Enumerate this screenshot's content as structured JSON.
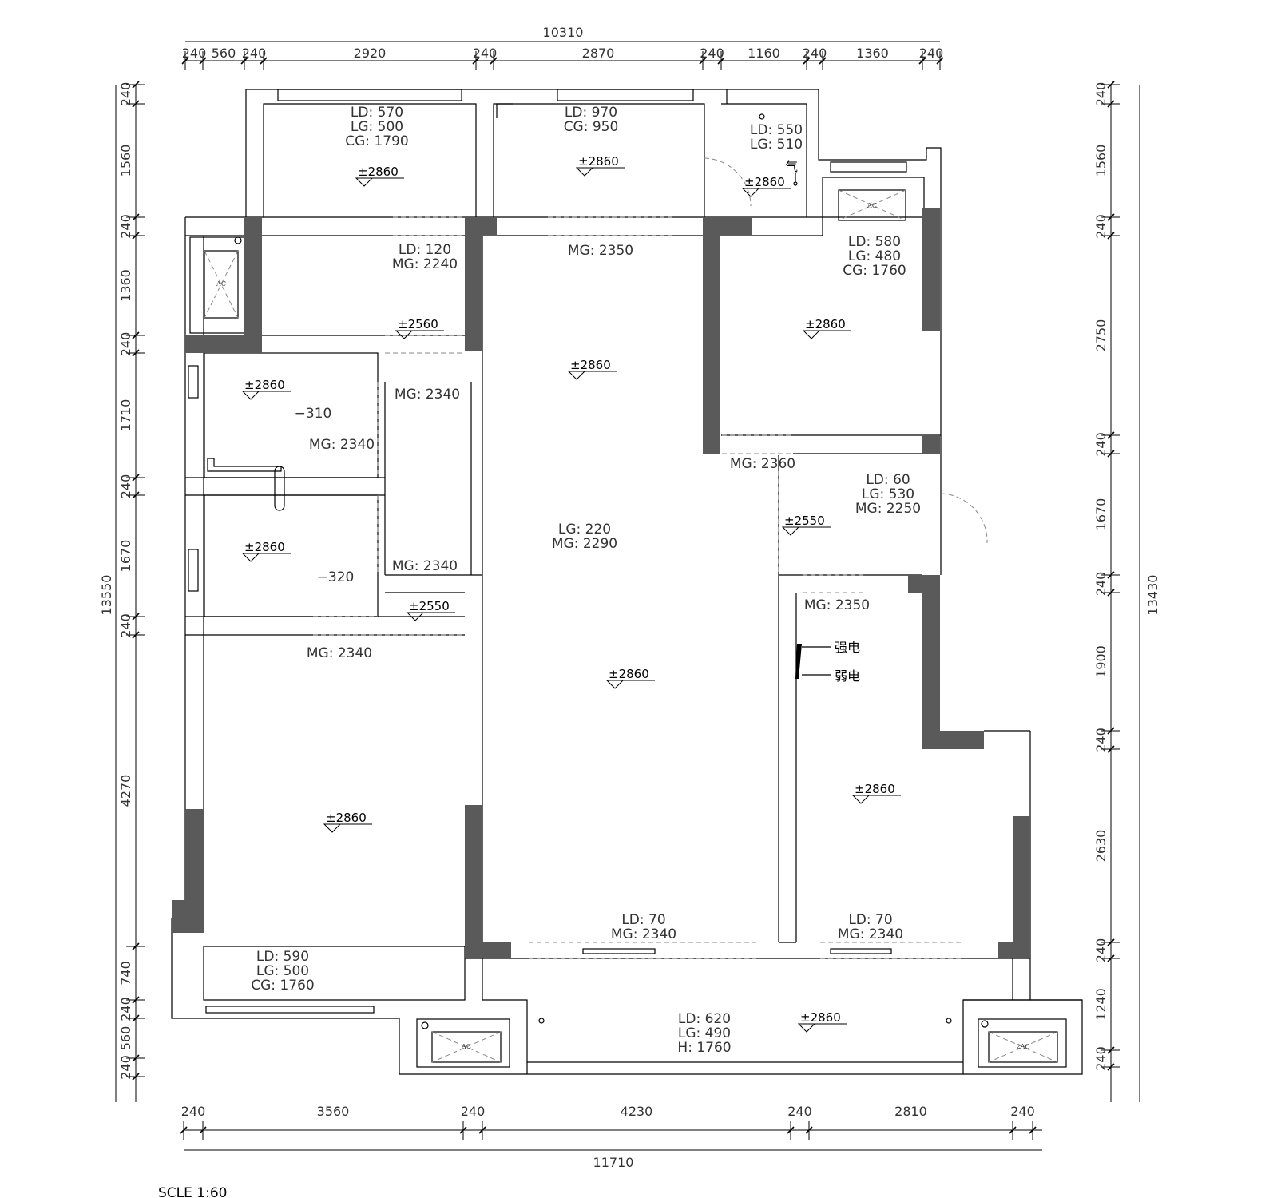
{
  "scale_label": "SCLE  1:60",
  "dimensions": {
    "top_total": "10310",
    "top_segments": [
      "240",
      "560",
      "240",
      "2920",
      "240",
      "2870",
      "240",
      "1160",
      "240",
      "1360",
      "240"
    ],
    "bottom_total": "11710",
    "bottom_segments": [
      "240",
      "3560",
      "240",
      "4230",
      "240",
      "2810",
      "240"
    ],
    "left_total": "13550",
    "left_segments": [
      "240",
      "1560",
      "240",
      "1360",
      "240",
      "1710",
      "240",
      "1670",
      "240",
      "4270",
      "740",
      "240",
      "560",
      "240"
    ],
    "right_total": "13430",
    "right_segments": [
      "240",
      "1560",
      "240",
      "2750",
      "240",
      "1670",
      "240",
      "1900",
      "240",
      "2630",
      "240",
      "1240",
      "240"
    ]
  },
  "annotations": [
    {
      "id": "bal-top-left",
      "lines": [
        "LD: 570",
        "LG: 500",
        "CG: 1790"
      ]
    },
    {
      "id": "bal-top-mid",
      "lines": [
        "LD: 970",
        "CG: 950"
      ]
    },
    {
      "id": "wc-top-right",
      "lines": [
        "LD: 550",
        "LG: 510"
      ]
    },
    {
      "id": "ac-right",
      "lines": [
        "LD: 580",
        "LG: 480",
        "CG: 1760"
      ]
    },
    {
      "id": "door-small",
      "lines": [
        "LD: 120",
        "MG: 2240"
      ]
    },
    {
      "id": "mg-living-top",
      "lines": [
        "MG: 2350"
      ]
    },
    {
      "id": "mg-corridor",
      "lines": [
        "MG: 2340"
      ]
    },
    {
      "id": "bath1-floor",
      "lines": [
        "−310"
      ]
    },
    {
      "id": "bath1-door",
      "lines": [
        "MG: 2340"
      ]
    },
    {
      "id": "bath2-floor",
      "lines": [
        "−320"
      ]
    },
    {
      "id": "bath2-door",
      "lines": [
        "MG: 2340"
      ]
    },
    {
      "id": "bed-left-door",
      "lines": [
        "MG: 2340"
      ]
    },
    {
      "id": "living-center",
      "lines": [
        "LG: 220",
        "MG: 2290"
      ]
    },
    {
      "id": "bed-right-door",
      "lines": [
        "MG: 2360"
      ]
    },
    {
      "id": "entry",
      "lines": [
        "LD: 60",
        "LG: 530",
        "MG: 2250"
      ]
    },
    {
      "id": "bed-lower-right-door",
      "lines": [
        "MG: 2350"
      ]
    },
    {
      "id": "bed-left-window",
      "lines": [
        "LD: 590",
        "LG: 500",
        "CG: 1760"
      ]
    },
    {
      "id": "living-window",
      "lines": [
        "LD: 70",
        "MG: 2340"
      ]
    },
    {
      "id": "bed-lr-window",
      "lines": [
        "LD: 70",
        "MG: 2340"
      ]
    },
    {
      "id": "balcony-bottom",
      "lines": [
        "LD: 620",
        "LG: 490",
        "H: 1760"
      ]
    }
  ],
  "levels": [
    {
      "id": "lv1",
      "label": "±2860"
    },
    {
      "id": "lv2",
      "label": "±2860"
    },
    {
      "id": "lv3",
      "label": "±2860"
    },
    {
      "id": "lv4",
      "label": "±2860"
    },
    {
      "id": "lv5",
      "label": "±2560"
    },
    {
      "id": "lv6",
      "label": "±2860"
    },
    {
      "id": "lv7",
      "label": "±2860"
    },
    {
      "id": "lv8",
      "label": "±2860"
    },
    {
      "id": "lv9",
      "label": "±2550"
    },
    {
      "id": "lv10",
      "label": "±2550"
    },
    {
      "id": "lv11",
      "label": "±2860"
    },
    {
      "id": "lv12",
      "label": "±2860"
    },
    {
      "id": "lv13",
      "label": "±2860"
    },
    {
      "id": "lv14",
      "label": "±2860"
    }
  ],
  "ac_label": "AC",
  "ac_label_2": "2AC",
  "electric": {
    "strong": "强电",
    "weak": "弱电"
  },
  "misc": {
    "gas_mark": "气"
  }
}
